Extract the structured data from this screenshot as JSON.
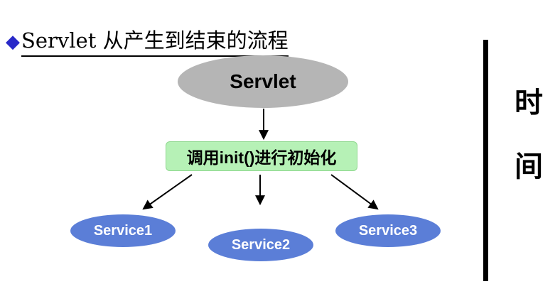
{
  "slide": {
    "title": {
      "bullet": "◆",
      "text": "Servlet 从产生到结束的流程"
    },
    "flow": {
      "servlet_label": "Servlet",
      "init_label": "调用init()进行初始化",
      "services": [
        "Service1",
        "Service2",
        "Service3"
      ]
    },
    "timeline": {
      "char_top": "时",
      "char_bottom": "间"
    },
    "colors": {
      "title_bullet": "#2929c8",
      "servlet_ellipse": "#b5b5b5",
      "init_box_bg": "#b6f1b6",
      "init_box_border": "#8fd88f",
      "service_ellipse": "#5b7ed7",
      "service_text": "#ffffff",
      "arrow": "#000000",
      "timeline_bar": "#000000"
    }
  }
}
